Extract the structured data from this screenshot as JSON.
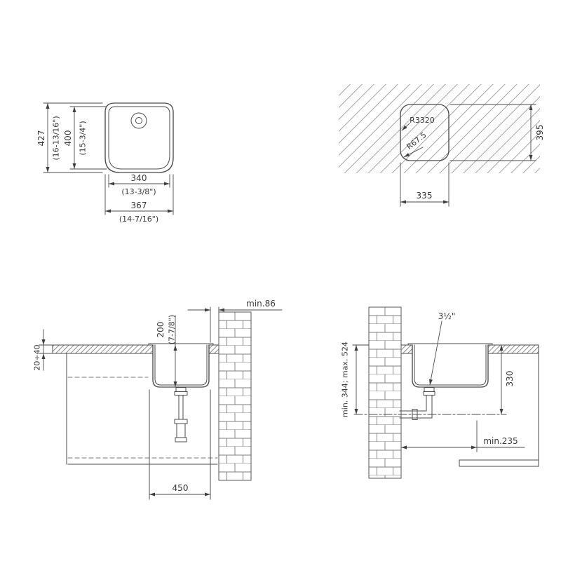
{
  "page": {
    "background": "#ffffff",
    "line_color": "#4b4b4b"
  },
  "plan_view": {
    "height_overall_mm": "427",
    "height_overall_in": "(16-13/16\")",
    "height_bowl_mm": "400",
    "height_bowl_in": "(15-3/4\")",
    "width_bowl_mm": "340",
    "width_bowl_in": "(13-3/8\")",
    "width_overall_mm": "367",
    "width_overall_in": "(14-7/16\")"
  },
  "cutout_view": {
    "radius_edge": "R3320",
    "radius_corner": "R67.5",
    "cutout_height_mm": "395",
    "cutout_width_mm": "335"
  },
  "front_section": {
    "wall_clearance": "min.86",
    "bowl_depth_mm": "200",
    "bowl_depth_in": "(7-7/8\")",
    "counter_thickness": "20÷40",
    "cabinet_width_mm": "450"
  },
  "side_section": {
    "drain_size": "3½\"",
    "outlet_height_range": "min. 344; max. 524",
    "depth_to_outlet_mm": "330",
    "wall_distance": "min.235"
  }
}
